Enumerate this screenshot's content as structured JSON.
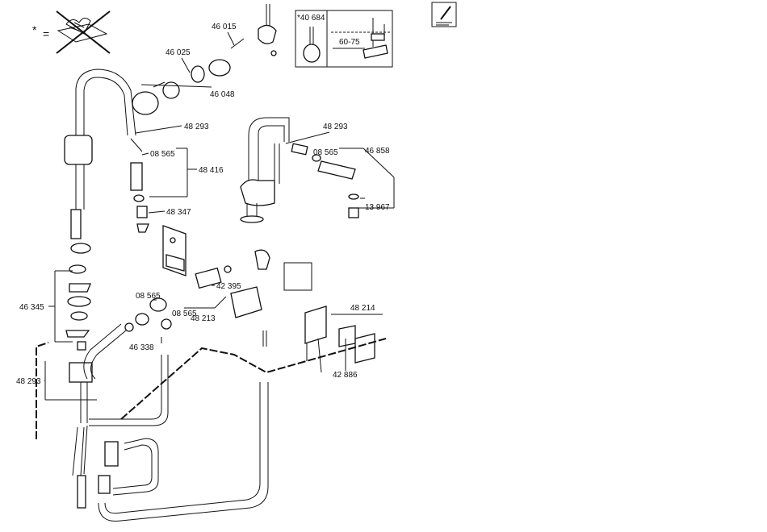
{
  "legend": {
    "asterisk": "*",
    "equals": "="
  },
  "inset": {
    "part_number": "*40 684",
    "dimension": "60-75"
  },
  "labels": {
    "p46015": "46 015",
    "p46025": "46 025",
    "p46048": "46 048",
    "p48293a": "48 293",
    "p08565a": "08 565",
    "p48416": "48 416",
    "p48347": "48 347",
    "p48293b": "48 293",
    "p08565b": "08 565",
    "p46858": "46 858",
    "p13967": "13 967",
    "p46345": "46 345",
    "p08565c": "08 565",
    "p08565d": "08 565",
    "p42395": "42 395",
    "p48213": "48 213",
    "p46338": "46 338",
    "p48214": "48 214",
    "p42886": "42 886",
    "p48293c": "48 293"
  },
  "icons": {
    "notes": "pencil-note-icon",
    "no_cleaning": "no-abrasive-cleaning-icon"
  }
}
